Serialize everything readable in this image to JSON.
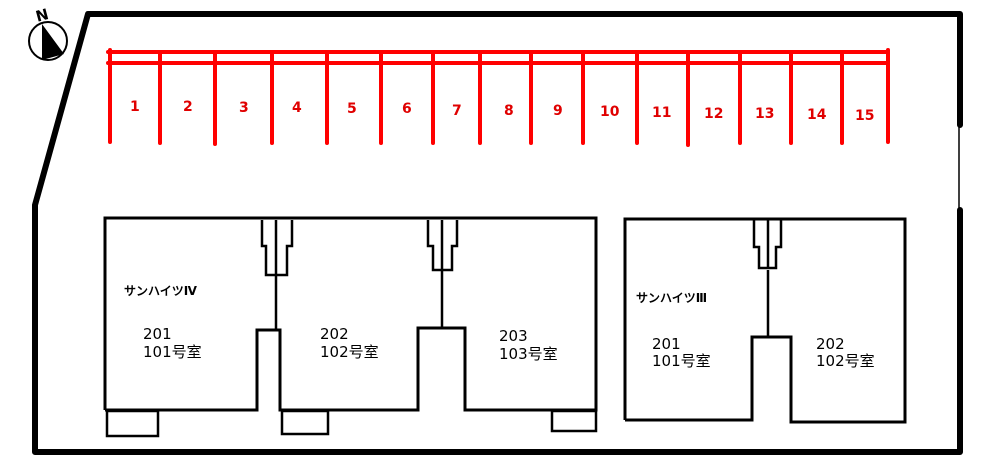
{
  "compass": {
    "label": "N",
    "icon": "north-arrow-icon"
  },
  "parking": {
    "color": "#ff0000",
    "slots": [
      "1",
      "2",
      "3",
      "4",
      "5",
      "6",
      "7",
      "8",
      "9",
      "10",
      "11",
      "12",
      "13",
      "14",
      "15"
    ]
  },
  "buildings": [
    {
      "name": "サンハイツⅣ",
      "units": [
        {
          "line1": "201",
          "line2": "101号室"
        },
        {
          "line1": "202",
          "line2": "102号室"
        },
        {
          "line1": "203",
          "line2": "103号室"
        }
      ]
    },
    {
      "name": "サンハイツⅢ",
      "units": [
        {
          "line1": "201",
          "line2": "101号室"
        },
        {
          "line1": "202",
          "line2": "102号室"
        }
      ]
    }
  ],
  "colors": {
    "lines": "#000000",
    "parking": "#ff0000",
    "background": "#ffffff"
  }
}
